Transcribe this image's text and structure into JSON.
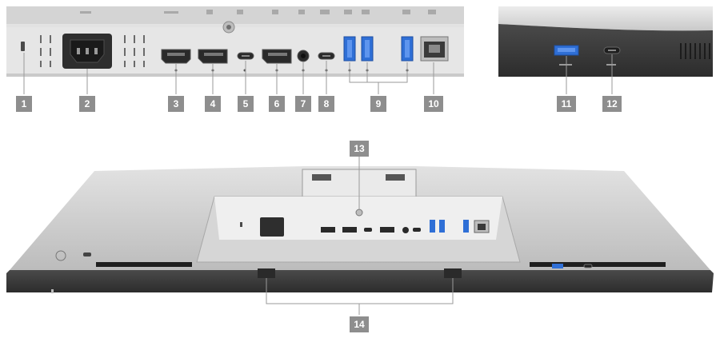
{
  "callouts": [
    {
      "number": "1",
      "part": "Security lock slot"
    },
    {
      "number": "2",
      "part": "Power connector"
    },
    {
      "number": "3",
      "part": "HDMI port"
    },
    {
      "number": "4",
      "part": "DisplayPort (in)"
    },
    {
      "number": "5",
      "part": "USB Type-C upstream port"
    },
    {
      "number": "6",
      "part": "DisplayPort (out)"
    },
    {
      "number": "7",
      "part": "Audio line-out port"
    },
    {
      "number": "8",
      "part": "USB Type-C downstream port"
    },
    {
      "number": "9",
      "part": "USB Type-A downstream ports"
    },
    {
      "number": "10",
      "part": "RJ45 port"
    },
    {
      "number": "11",
      "part": "Quick-access USB Type-A port"
    },
    {
      "number": "12",
      "part": "Quick-access USB Type-C port"
    },
    {
      "number": "13",
      "part": "Stand release"
    },
    {
      "number": "14",
      "part": "Cable management"
    }
  ],
  "colors": {
    "callout_bg": "#8e8e8e",
    "callout_text": "#ffffff",
    "panel_silver": "#d9d9d9",
    "bezel_dark": "#3c3c3c",
    "port_blue": "#2f6fd6",
    "leader_line": "#9a9a9a"
  }
}
